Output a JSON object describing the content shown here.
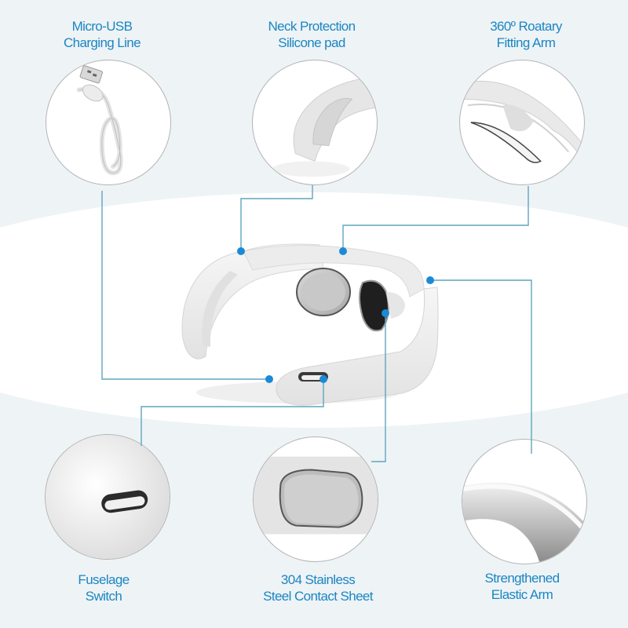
{
  "features": [
    {
      "id": "micro-usb",
      "line1": "Micro-USB",
      "line2": "Charging Line",
      "icon": "usb-cable-icon"
    },
    {
      "id": "neck-protection",
      "line1": "Neck Protection",
      "line2": "Silicone pad",
      "icon": "silicone-pad-icon"
    },
    {
      "id": "fitting-arm",
      "line1": "360º Roatary",
      "line2": "Fitting Arm",
      "icon": "rotary-arm-icon"
    },
    {
      "id": "fuselage-switch",
      "line1": "Fuselage",
      "line2": "Switch",
      "icon": "power-switch-icon"
    },
    {
      "id": "steel-contact",
      "line1": "304 Stainless",
      "line2": "Steel Contact Sheet",
      "icon": "steel-contact-icon"
    },
    {
      "id": "elastic-arm",
      "line1": "Strengthened",
      "line2": "Elastic Arm",
      "icon": "elastic-arm-icon"
    }
  ],
  "colors": {
    "label_text": "#1b86c2",
    "callout_line": "#5fa6bd",
    "callout_dot": "#1a8ad6",
    "background": "#eef3f6",
    "circle_border": "#b4b4b4"
  },
  "product": {
    "name": "neck-massager"
  }
}
